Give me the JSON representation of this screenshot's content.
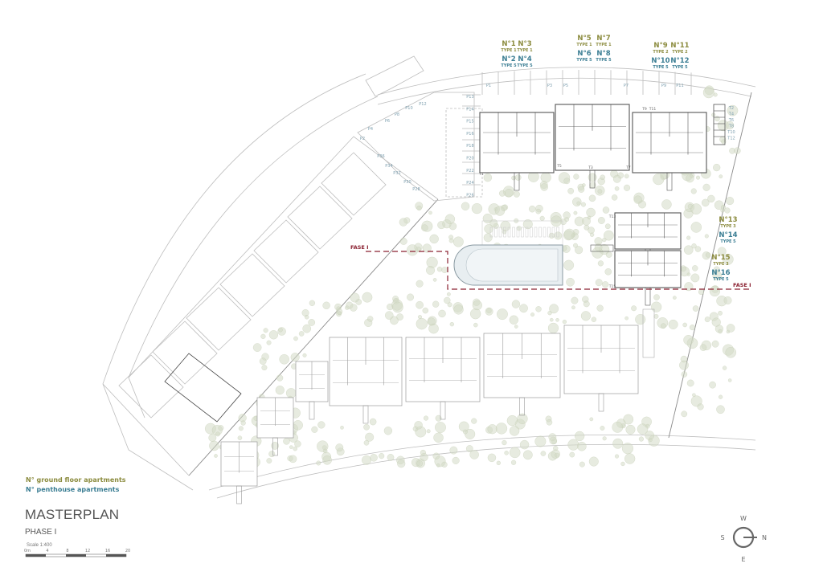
{
  "colors": {
    "ground_floor": "#8b8b3e",
    "penthouse": "#3a7d93",
    "phase_line": "#8b2232",
    "vegetation": "#cdd5bf"
  },
  "legend": {
    "ground_floor": "N° ground floor apartments",
    "penthouse": "N° penthouse apartments"
  },
  "title": "MASTERPLAN",
  "subtitle": "PHASE I",
  "scale": {
    "label": "Scale 1:400",
    "ticks": [
      "0m",
      "4",
      "8",
      "12",
      "16",
      "20"
    ]
  },
  "compass": {
    "top": "W",
    "left": "S",
    "right": "N",
    "bottom": "E"
  },
  "phase_labels": [
    "FASE I",
    "FASE I"
  ],
  "units": [
    {
      "ground": "N°1",
      "ground_type": "TYPE 1",
      "pent": "N°2",
      "pent_type": "TYPE 5"
    },
    {
      "ground": "N°3",
      "ground_type": "TYPE 1",
      "pent": "N°4",
      "pent_type": "TYPE 5"
    },
    {
      "ground": "N°5",
      "ground_type": "TYPE 1",
      "pent": "N°6",
      "pent_type": "TYPE 5"
    },
    {
      "ground": "N°7",
      "ground_type": "TYPE 1",
      "pent": "N°8",
      "pent_type": "TYPE 5"
    },
    {
      "ground": "N°9",
      "ground_type": "TYPE 2",
      "pent": "N°10",
      "pent_type": "TYPE 5"
    },
    {
      "ground": "N°11",
      "ground_type": "TYPE 2",
      "pent": "N°12",
      "pent_type": "TYPE 5"
    },
    {
      "ground": "N°13",
      "ground_type": "TYPE 3",
      "pent": "N°14",
      "pent_type": "TYPE 5"
    },
    {
      "ground": "N°15",
      "ground_type": "TYPE 3",
      "pent": "N°16",
      "pent_type": "TYPE 5"
    }
  ],
  "parking_top": [
    "P1",
    "P3",
    "P5",
    "P7",
    "P9",
    "P11"
  ],
  "parking_column": [
    "P13",
    "P14",
    "P15",
    "P16",
    "P18",
    "P20",
    "P22",
    "P24",
    "P26"
  ],
  "parking_diag_upper": [
    "P2",
    "P4",
    "P6",
    "P8",
    "P10",
    "P12"
  ],
  "parking_diag_lower": [
    "P36",
    "P34",
    "P32",
    "P30",
    "P28"
  ],
  "terraces": [
    "T2",
    "T4",
    "T6",
    "T8",
    "T10",
    "T12"
  ],
  "plan_terraces": [
    "T1",
    "T3",
    "T5",
    "T7",
    "T9",
    "T11",
    "T13",
    "T15"
  ]
}
